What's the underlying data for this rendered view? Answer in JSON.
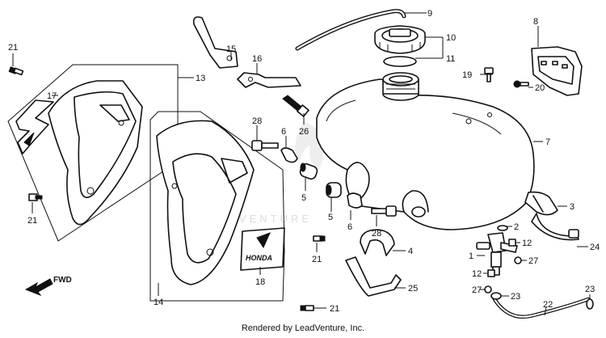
{
  "watermark": "LEADVENTURE",
  "credit": "Rendered by LeadVenture, Inc.",
  "fwd_label": "FWD",
  "badge_text": "HONDA",
  "callouts": {
    "c1": "1",
    "c2": "2",
    "c3": "3",
    "c4": "4",
    "c5a": "5",
    "c5b": "5",
    "c5c": "5",
    "c6a": "6",
    "c6b": "6",
    "c7": "7",
    "c8": "8",
    "c9": "9",
    "c10": "10",
    "c11": "11",
    "c12a": "12",
    "c12b": "12",
    "c13": "13",
    "c14": "14",
    "c15": "15",
    "c16": "16",
    "c17": "17",
    "c18": "18",
    "c19": "19",
    "c20": "20",
    "c21a": "21",
    "c21b": "21",
    "c21c": "21",
    "c21d": "21",
    "c22": "22",
    "c23a": "23",
    "c23b": "23",
    "c24": "24",
    "c25": "25",
    "c26": "26",
    "c27a": "27",
    "c27b": "27",
    "c28a": "28",
    "c28b": "28"
  }
}
